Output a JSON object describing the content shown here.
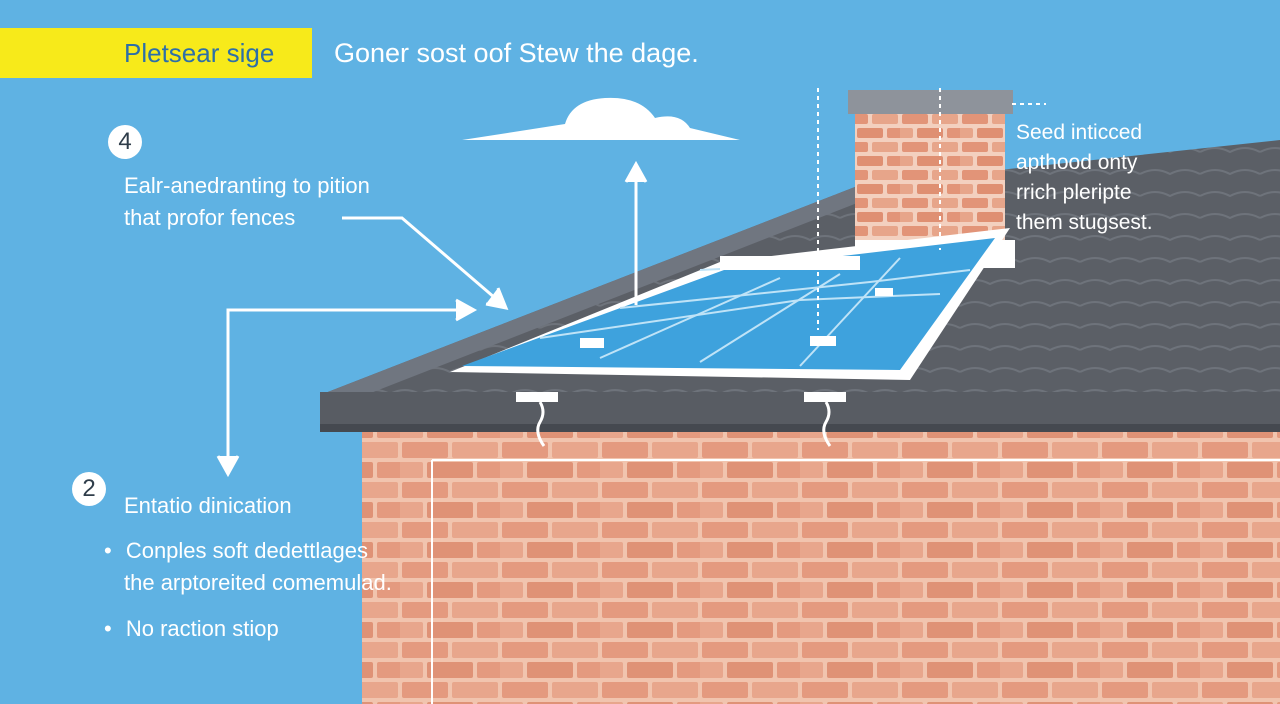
{
  "colors": {
    "sky": "#5fb2e3",
    "badge": "#f7ea1a",
    "badge_text": "#2d6fa8",
    "brick": "#e49a7f",
    "roof": "#5b5f66",
    "panel": "#3ea2dd",
    "text_dark": "#2f3d4a"
  },
  "header": {
    "badge_label": "Pletsear sige",
    "title": "Goner sost oof Stew the dage."
  },
  "step_top": {
    "number": "4",
    "line1": "Ealr-anedranting to pition",
    "line2": "that profor fences"
  },
  "step_bottom": {
    "number": "2",
    "heading": "Entatio dinication",
    "bullet1_line1": "Conples soft dedettlages",
    "bullet1_line2": "the arptoreited comemulad.",
    "bullet2": "No raction stiop"
  },
  "right_note": {
    "line1": "Seed inticced",
    "line2": "apthood onty",
    "line3": "rrich pleripte",
    "line4": "them stugsest."
  },
  "icons": {
    "cloud": "cloud-icon",
    "bullet": "bullet-dot-icon"
  }
}
